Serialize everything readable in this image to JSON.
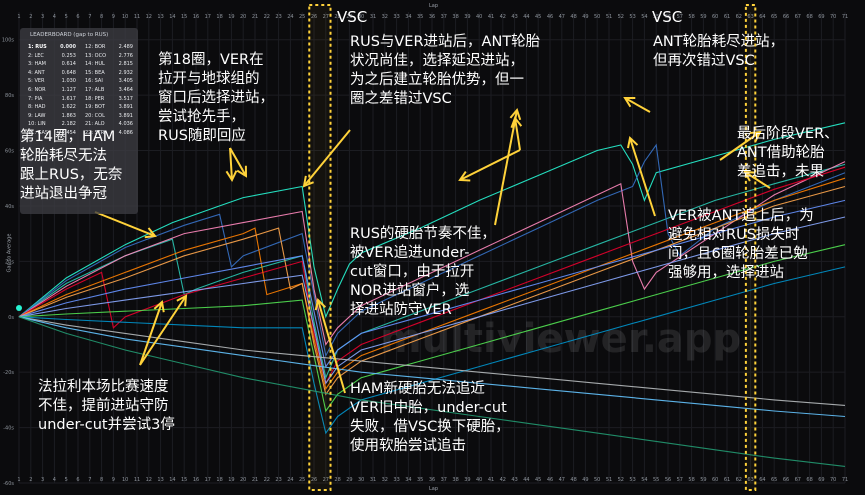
{
  "chart_data": {
    "type": "line",
    "xlabel": "Lap",
    "ylabel": "Gap to Average",
    "x_ticks": [
      "1",
      "2",
      "3",
      "4",
      "5",
      "6",
      "7",
      "8",
      "9",
      "10",
      "11",
      "12",
      "13",
      "14",
      "15",
      "16",
      "17",
      "18",
      "19",
      "20",
      "21",
      "22",
      "23",
      "24",
      "25",
      "26",
      "27",
      "28",
      "29",
      "30",
      "31",
      "32",
      "33",
      "34",
      "35",
      "36",
      "37",
      "38",
      "39",
      "40",
      "41",
      "42",
      "43",
      "44",
      "45",
      "46",
      "47",
      "48",
      "49",
      "50",
      "51",
      "52",
      "53",
      "54",
      "55",
      "56",
      "57",
      "58",
      "59",
      "60",
      "61",
      "62",
      "63",
      "64",
      "65",
      "66",
      "67",
      "68",
      "69",
      "70",
      "71"
    ],
    "y_ticks": [
      "100s",
      "80s",
      "60s",
      "40s",
      "20s",
      "0s",
      "-20s",
      "-40s",
      "-60s"
    ],
    "ylim": [
      -60,
      110
    ],
    "legend": {
      "title": "LEADERBOARD (gap to RUS)",
      "entries": [
        {
          "pos": "1",
          "code": "RUS",
          "gap": "0.000",
          "color": "#27f4d2"
        },
        {
          "pos": "2",
          "code": "LEC",
          "gap": "0.253",
          "color": "#e8002d"
        },
        {
          "pos": "3",
          "code": "HAM",
          "gap": "0.614",
          "color": "#27f4d2"
        },
        {
          "pos": "4",
          "code": "ANT",
          "gap": "0.648",
          "color": "#ff87bc"
        },
        {
          "pos": "5",
          "code": "VER",
          "gap": "1.030",
          "color": "#3671c6"
        },
        {
          "pos": "6",
          "code": "NOR",
          "gap": "1.127",
          "color": "#ff8000"
        },
        {
          "pos": "7",
          "code": "PIA",
          "gap": "1.617",
          "color": "#ff8000"
        },
        {
          "pos": "8",
          "code": "HAD",
          "gap": "1.622",
          "color": "#6692ff"
        },
        {
          "pos": "9",
          "code": "LAW",
          "gap": "1.863",
          "color": "#6692ff"
        },
        {
          "pos": "10",
          "code": "LIN",
          "gap": "2.182",
          "color": "#52e252"
        },
        {
          "pos": "11",
          "code": "GAS",
          "gap": "2.454",
          "color": "#0093cc"
        },
        {
          "pos": "12",
          "code": "BOR",
          "gap": "2.489",
          "color": "#52e252"
        },
        {
          "pos": "13",
          "code": "OCO",
          "gap": "2.776",
          "color": "#b6babd"
        },
        {
          "pos": "14",
          "code": "HUL",
          "gap": "2.815",
          "color": "#52e252"
        },
        {
          "pos": "15",
          "code": "BEA",
          "gap": "2.932",
          "color": "#b6babd"
        },
        {
          "pos": "16",
          "code": "SAI",
          "gap": "3.405",
          "color": "#64c4ff"
        },
        {
          "pos": "17",
          "code": "ALB",
          "gap": "3.464",
          "color": "#64c4ff"
        },
        {
          "pos": "18",
          "code": "PER",
          "gap": "3.517",
          "color": "#c8c8c8"
        },
        {
          "pos": "19",
          "code": "BOT",
          "gap": "3.891",
          "color": "#c8c8c8"
        },
        {
          "pos": "20",
          "code": "COL",
          "gap": "3.891",
          "color": "#0093cc"
        },
        {
          "pos": "21",
          "code": "ALO",
          "gap": "4.036",
          "color": "#229971"
        },
        {
          "pos": "22",
          "code": "STR",
          "gap": "4.086",
          "color": "#229971"
        }
      ]
    },
    "series": [
      {
        "code": "RUS",
        "color": "#27f4d2",
        "laps": [
          1,
          5,
          10,
          14,
          18,
          20,
          25,
          26,
          27,
          28,
          29,
          30,
          35,
          40,
          45,
          50,
          52,
          53,
          54,
          55,
          60,
          65,
          71
        ],
        "values": [
          0,
          14,
          26,
          34,
          40,
          43,
          47,
          18,
          0,
          10,
          19,
          23,
          32,
          42,
          51,
          60,
          62,
          55,
          42,
          52,
          58,
          64,
          70
        ]
      },
      {
        "code": "HAM",
        "color": "#29c7b3",
        "laps": [
          1,
          5,
          10,
          14,
          15,
          16,
          20,
          25,
          26,
          27,
          28,
          30,
          35,
          40,
          45,
          50,
          55,
          60,
          65,
          71
        ],
        "values": [
          0,
          12,
          22,
          28,
          8,
          10,
          16,
          22,
          -2,
          -22,
          -12,
          -6,
          2,
          10,
          18,
          26,
          34,
          42,
          48,
          55
        ]
      },
      {
        "code": "VER",
        "color": "#3671c6",
        "laps": [
          1,
          5,
          10,
          15,
          18,
          19,
          20,
          25,
          26,
          27,
          28,
          30,
          35,
          40,
          45,
          50,
          53,
          54,
          55,
          56,
          57,
          60,
          65,
          71
        ],
        "values": [
          0,
          13,
          25,
          33,
          37,
          18,
          22,
          30,
          8,
          -14,
          -6,
          2,
          12,
          22,
          32,
          42,
          47,
          56,
          62,
          30,
          22,
          32,
          42,
          52
        ]
      },
      {
        "code": "ANT",
        "color": "#ff87bc",
        "laps": [
          1,
          5,
          10,
          15,
          20,
          25,
          26,
          27,
          28,
          30,
          35,
          40,
          45,
          50,
          52,
          53,
          54,
          55,
          60,
          65,
          71
        ],
        "values": [
          0,
          11,
          22,
          30,
          34,
          38,
          10,
          -10,
          -4,
          4,
          14,
          24,
          34,
          44,
          48,
          20,
          10,
          16,
          30,
          44,
          56
        ]
      },
      {
        "code": "LEC",
        "color": "#e8002d",
        "laps": [
          1,
          5,
          8,
          9,
          10,
          15,
          20,
          25,
          26,
          27,
          28,
          30,
          35,
          40,
          45,
          50,
          55,
          60,
          65,
          71
        ],
        "values": [
          0,
          10,
          16,
          -4,
          0,
          8,
          14,
          20,
          -6,
          -24,
          -16,
          -10,
          -2,
          6,
          14,
          22,
          30,
          38,
          46,
          54
        ]
      },
      {
        "code": "NOR",
        "color": "#ff8000",
        "laps": [
          1,
          5,
          10,
          15,
          20,
          21,
          22,
          25,
          26,
          27,
          28,
          30,
          35,
          40,
          45,
          50,
          55,
          60,
          65,
          71
        ],
        "values": [
          0,
          8,
          16,
          24,
          30,
          32,
          8,
          12,
          -8,
          -26,
          -20,
          -14,
          -6,
          2,
          10,
          18,
          26,
          34,
          42,
          50
        ]
      },
      {
        "code": "PIA",
        "color": "#ffa64d",
        "laps": [
          1,
          5,
          10,
          15,
          20,
          23,
          24,
          25,
          26,
          27,
          28,
          30,
          35,
          40,
          45,
          50,
          55,
          60,
          65,
          71
        ],
        "values": [
          0,
          7,
          14,
          22,
          28,
          32,
          10,
          12,
          -10,
          -28,
          -22,
          -16,
          -8,
          0,
          8,
          16,
          24,
          32,
          40,
          47
        ]
      },
      {
        "code": "HAD",
        "color": "#6692ff",
        "laps": [
          1,
          5,
          10,
          15,
          20,
          25,
          26,
          27,
          28,
          30,
          35,
          40,
          45,
          50,
          55,
          60,
          65,
          71
        ],
        "values": [
          0,
          5,
          10,
          14,
          18,
          22,
          2,
          -18,
          -12,
          -6,
          0,
          6,
          12,
          18,
          24,
          30,
          36,
          42
        ]
      },
      {
        "code": "LAW",
        "color": "#8aa9ff",
        "laps": [
          1,
          5,
          10,
          15,
          20,
          25,
          26,
          27,
          28,
          30,
          35,
          40,
          45,
          50,
          55,
          60,
          65,
          71
        ],
        "values": [
          0,
          3,
          6,
          9,
          12,
          15,
          -4,
          -24,
          -18,
          -12,
          -6,
          0,
          6,
          12,
          18,
          24,
          30,
          36
        ]
      },
      {
        "code": "LIN",
        "color": "#52e252",
        "laps": [
          1,
          5,
          10,
          15,
          20,
          25,
          26,
          27,
          28,
          30,
          35,
          40,
          45,
          50,
          55,
          60,
          65,
          71
        ],
        "values": [
          0,
          1,
          2,
          3,
          4,
          6,
          -14,
          -34,
          -28,
          -22,
          -16,
          -10,
          -4,
          2,
          8,
          14,
          20,
          26
        ]
      },
      {
        "code": "GAS",
        "color": "#0093cc",
        "laps": [
          1,
          5,
          10,
          15,
          20,
          25,
          26,
          27,
          28,
          30,
          35,
          40,
          45,
          50,
          55,
          60,
          65,
          71
        ],
        "values": [
          0,
          -1,
          -2,
          -3,
          -4,
          -4,
          -24,
          -42,
          -36,
          -30,
          -24,
          -18,
          -12,
          -6,
          0,
          6,
          12,
          18
        ]
      },
      {
        "code": "OCO",
        "color": "#b6babd",
        "laps": [
          1,
          5,
          10,
          15,
          20,
          25,
          30,
          35,
          40,
          45,
          50,
          55,
          60,
          65,
          71
        ],
        "values": [
          0,
          -3,
          -6,
          -9,
          -12,
          -14,
          -16,
          -18,
          -20,
          -22,
          -24,
          -26,
          -28,
          -30,
          -32
        ]
      },
      {
        "code": "SAI",
        "color": "#64c4ff",
        "laps": [
          1,
          5,
          10,
          15,
          20,
          25,
          30,
          35,
          40,
          45,
          50,
          55,
          60,
          65,
          71
        ],
        "values": [
          0,
          -4,
          -8,
          -11,
          -14,
          -17,
          -20,
          -22,
          -24,
          -26,
          -28,
          -30,
          -32,
          -34,
          -36
        ]
      },
      {
        "code": "ALO",
        "color": "#229971",
        "laps": [
          1,
          5,
          10,
          15,
          20,
          25,
          30,
          35,
          40,
          45,
          50,
          55,
          60,
          65,
          71
        ],
        "values": [
          0,
          -6,
          -12,
          -17,
          -22,
          -26,
          -30,
          -33,
          -36,
          -39,
          -42,
          -45,
          -48,
          -51,
          -54
        ]
      }
    ],
    "vsc_periods": [
      [
        25.6,
        27.4
      ],
      [
        62.6,
        63.4
      ]
    ]
  },
  "vsc_label": "VSC",
  "annotations": [
    {
      "id": "lap14",
      "text": "第14圈，HAM\n轮胎耗尽无法\n跟上RUS，无奈\n进站退出争冠"
    },
    {
      "id": "lap18",
      "text": "第18圈，VER在\n拉开与地球组的\n窗口后选择进站，\n尝试抢先手，\nRUS随即回应"
    },
    {
      "id": "rus-ver",
      "text": "RUS与VER进站后，ANT轮胎\n状况尚佳，选择延迟进站，\n为之后建立轮胎优势，但一\n圈之差错过VSC"
    },
    {
      "id": "ant-vsc",
      "text": "ANT轮胎耗尽进站，\n但再次错过VSC"
    },
    {
      "id": "final",
      "text": "最后阶段VER、\nANT借助轮胎\n差追击，未果"
    },
    {
      "id": "rus-hard",
      "text": "RUS的硬胎节奏不佳，\n被VER追进under-\ncut窗口，由于拉开\nNOR进站窗户，选\n择进站防守VER"
    },
    {
      "id": "ver-ant",
      "text": "VER被ANT追上后，为\n避免相对RUS损失时\n间，且6圈轮胎差已勉\n强够用，选择进站"
    },
    {
      "id": "ferrari",
      "text": "法拉利本场比赛速度\n不佳，提前进站守防\nunder-cut并尝试3停"
    },
    {
      "id": "ham-new",
      "text": "HAM新硬胎无法追近\nVER旧中胎，under-cut\n失败，借VSC换下硬胎，\n使用软胎尝试追击"
    }
  ],
  "watermark": "multiviewer.app"
}
